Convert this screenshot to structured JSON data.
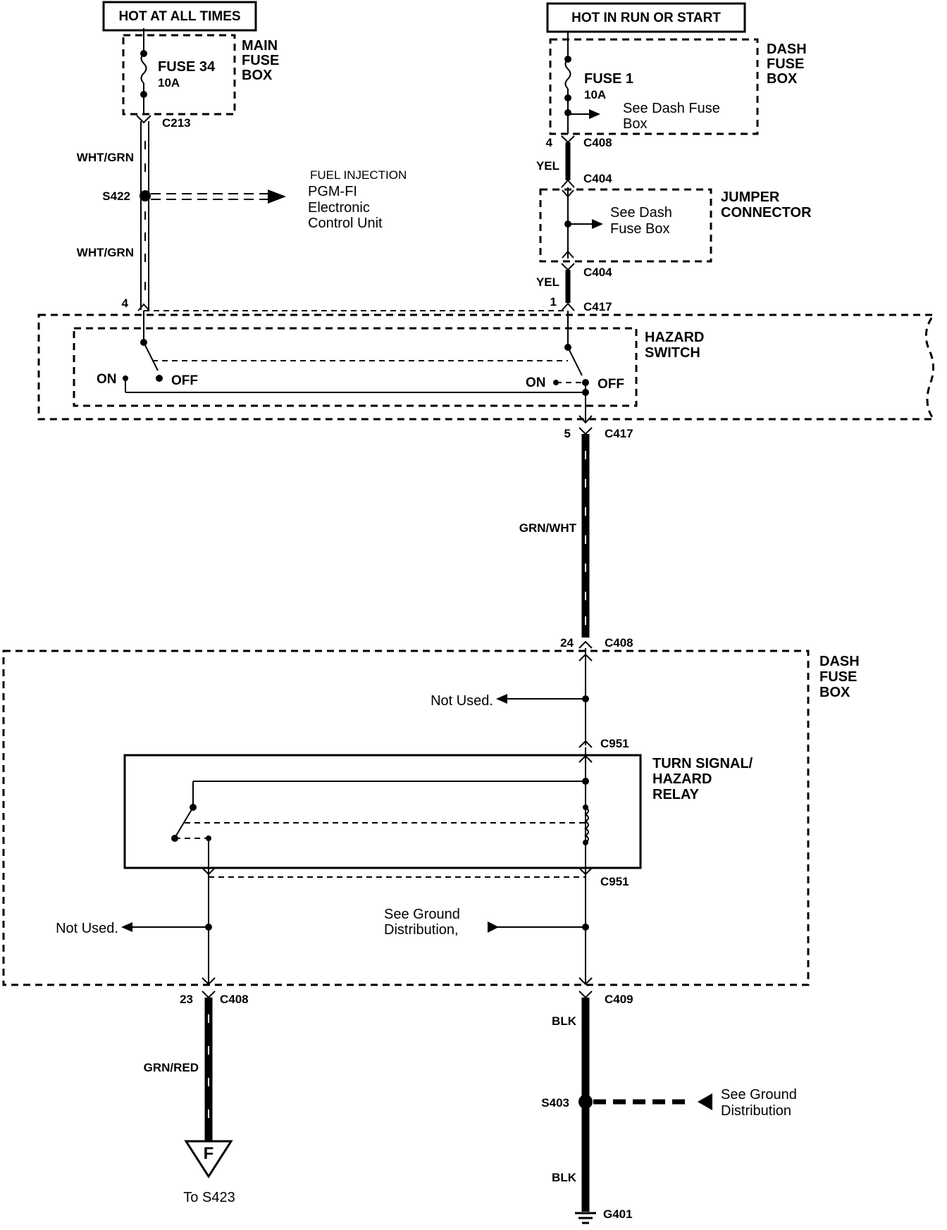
{
  "sources": {
    "hot_always": "HOT AT ALL TIMES",
    "hot_run_start": "HOT IN RUN OR START"
  },
  "boxes": {
    "main_fuse_box": [
      "MAIN",
      "FUSE",
      "BOX"
    ],
    "dash_fuse_box_top": [
      "DASH",
      "FUSE",
      "BOX"
    ],
    "dash_fuse_box_bottom": [
      "DASH",
      "FUSE",
      "BOX"
    ],
    "jumper_connector": [
      "JUMPER",
      "CONNECTOR"
    ],
    "hazard_switch": [
      "HAZARD",
      "SWITCH"
    ],
    "turn_signal_relay": [
      "TURN SIGNAL/",
      "HAZARD",
      "RELAY"
    ]
  },
  "fuses": {
    "fuse34_name": "FUSE 34",
    "fuse34_rating": "10A",
    "fuse1_name": "FUSE 1",
    "fuse1_rating": "10A",
    "fuse1_note": [
      "See Dash Fuse",
      "Box"
    ]
  },
  "jumper_note": [
    "See Dash",
    "Fuse Box"
  ],
  "connectors": {
    "c213": "C213",
    "c408_top": "C408",
    "c408_top_pin": "4",
    "c404_upper": "C404",
    "c404_lower": "C404",
    "c417_left_pin": "4",
    "c417_right_pin": "1",
    "c417_top": "C417",
    "c417_bottom": "C417",
    "c417_bottom_pin": "5",
    "c408_mid": "C408",
    "c408_mid_pin": "24",
    "c951_top": "C951",
    "c951_bottom": "C951",
    "c408_bottom": "C408",
    "c408_bottom_pin": "23",
    "c409": "C409"
  },
  "splices": {
    "s422": "S422",
    "s403": "S403"
  },
  "wires": {
    "wht_grn_1": "WHT/GRN",
    "wht_grn_2": "WHT/GRN",
    "yel_1": "YEL",
    "yel_2": "YEL",
    "grn_wht": "GRN/WHT",
    "grn_red": "GRN/RED",
    "blk_1": "BLK",
    "blk_2": "BLK"
  },
  "fuel_injection": {
    "heading": "FUEL INJECTION",
    "lines": [
      "PGM-FI",
      "Electronic",
      "Control Unit"
    ]
  },
  "switch": {
    "left_on": "ON",
    "left_off": "OFF",
    "right_on": "ON",
    "right_off": "OFF"
  },
  "notes": {
    "not_used_1": "Not Used.",
    "not_used_2": "Not Used.",
    "see_ground_1": [
      "See Ground",
      "Distribution,"
    ],
    "see_ground_2": [
      "See Ground",
      "Distribution"
    ],
    "to_s423": "To S423"
  },
  "ground": {
    "g401": "G401"
  },
  "terminal": {
    "letter": "F"
  }
}
